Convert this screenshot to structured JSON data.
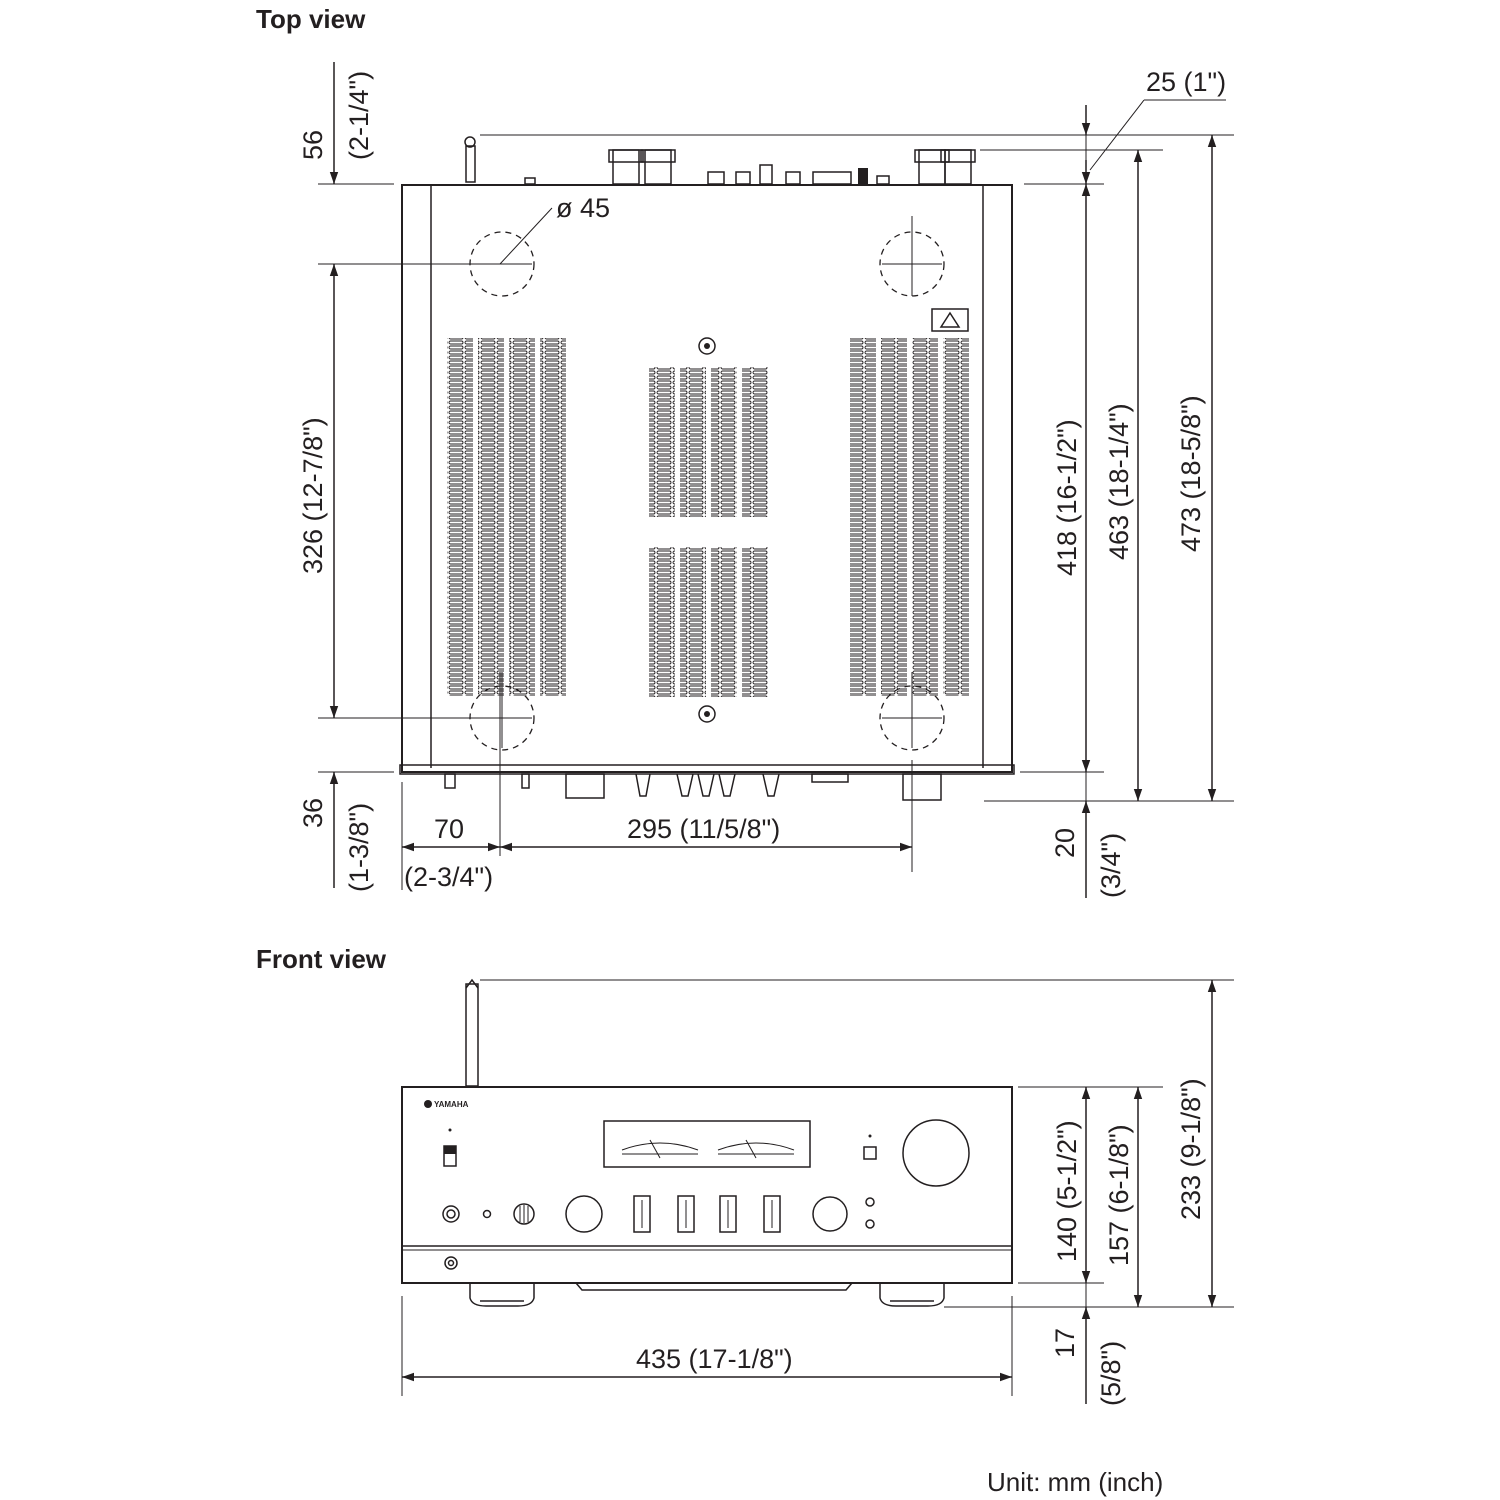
{
  "top_view": {
    "heading": "Top view",
    "dims": {
      "d56": "56",
      "d56_in": "(2-1/4\")",
      "d326": "326 (12-7/8\")",
      "d36": "36",
      "d36_in": "(1-3/8\")",
      "d70": "70",
      "d70_in": "(2-3/4\")",
      "d295": "295 (11/5/8\")",
      "d25": "25 (1\")",
      "dia45": "ø 45",
      "d418": "418 (16-1/2\")",
      "d463": "463 (18-1/4\")",
      "d473": "473 (18-5/8\")",
      "d20": "20",
      "d20_in": "(3/4\")"
    }
  },
  "front_view": {
    "heading": "Front view",
    "brand": "YAMAHA",
    "dims": {
      "d140": "140 (5-1/2\")",
      "d157": "157 (6-1/8\")",
      "d233": "233 (9-1/8\")",
      "d17": "17",
      "d17_in": "(5/8\")",
      "d435": "435 (17-1/8\")"
    }
  },
  "unit_note": "Unit: mm (inch)"
}
